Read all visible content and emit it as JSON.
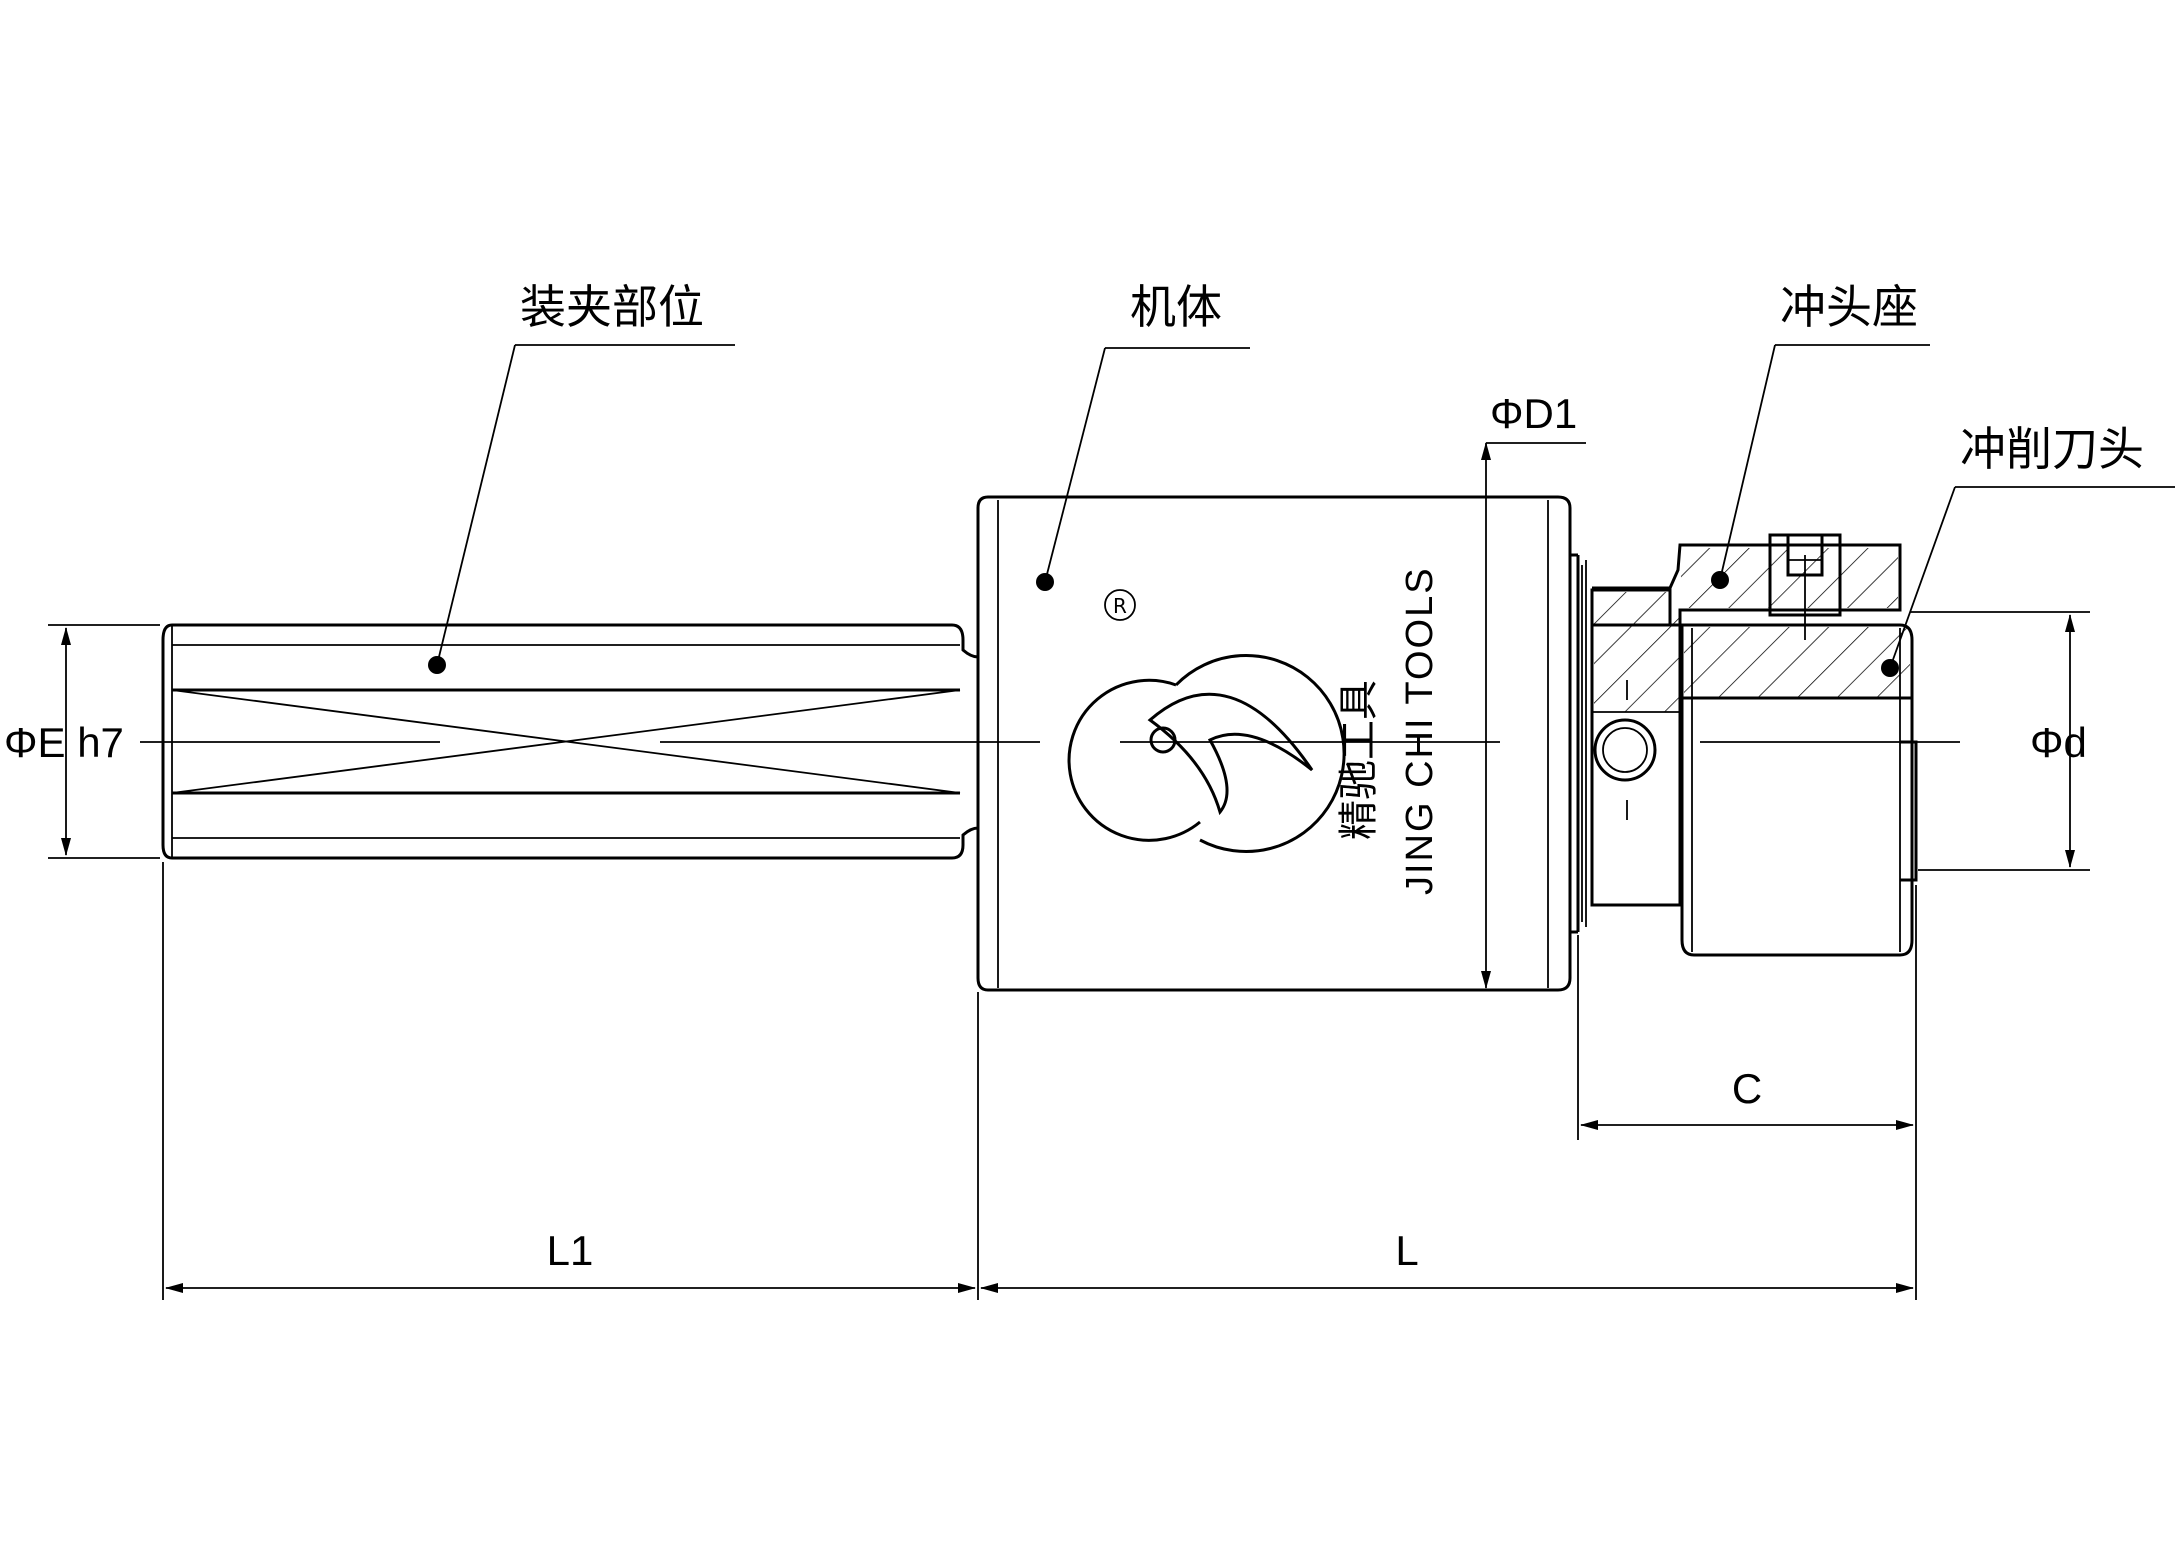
{
  "labels": {
    "clamping_part": "装夹部位",
    "body": "机体",
    "punch_seat": "冲头座",
    "punch_cutter_head": "冲削刀头"
  },
  "dimensions": {
    "shank_diameter": "ΦE h7",
    "body_diameter": "ΦD1",
    "head_diameter": "Φd",
    "shank_length": "L1",
    "body_length": "L",
    "head_length": "C"
  },
  "brand": {
    "chinese": "精驰工具",
    "english": "JING CHI TOOLS",
    "registered_mark": "R"
  }
}
